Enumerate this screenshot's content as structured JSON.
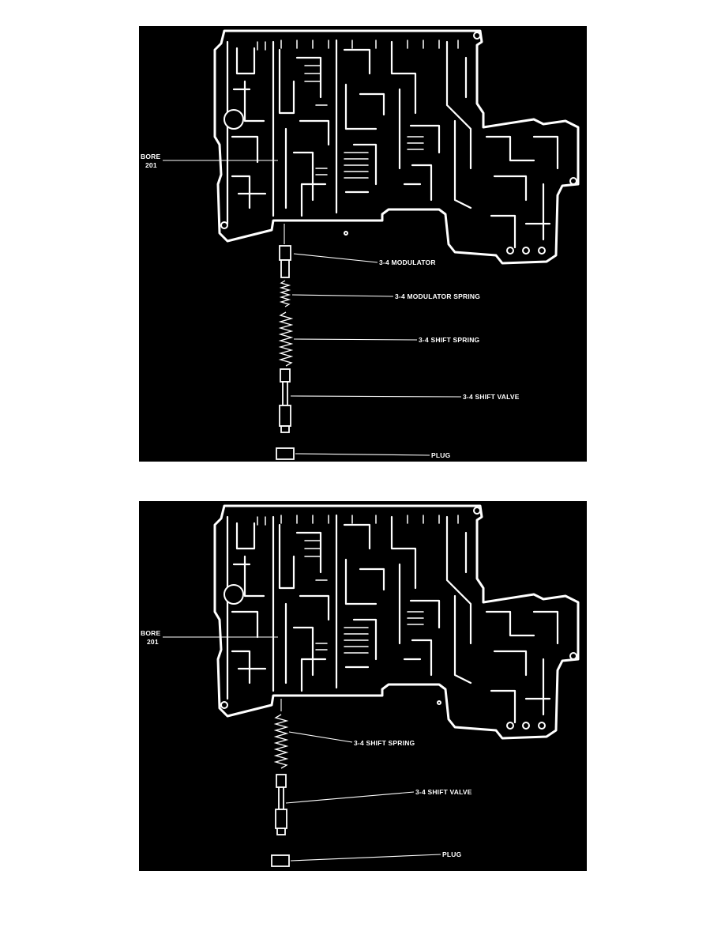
{
  "figures": [
    {
      "id": "fig1",
      "bore_label_line1": "BORE",
      "bore_label_line2": "201",
      "callouts": {
        "modulator": "3-4 MODULATOR",
        "modulator_spring": "3-4 MODULATOR SPRING",
        "shift_spring": "3-4 SHIFT SPRING",
        "shift_valve": "3-4 SHIFT VALVE",
        "plug": "PLUG"
      }
    },
    {
      "id": "fig2",
      "bore_label_line1": "BORE",
      "bore_label_line2": "201",
      "callouts": {
        "shift_spring": "3-4 SHIFT SPRING",
        "shift_valve": "3-4 SHIFT VALVE",
        "plug": "PLUG"
      }
    }
  ],
  "colors": {
    "background": "#000000",
    "lines": "#ffffff",
    "page": "#ffffff"
  }
}
